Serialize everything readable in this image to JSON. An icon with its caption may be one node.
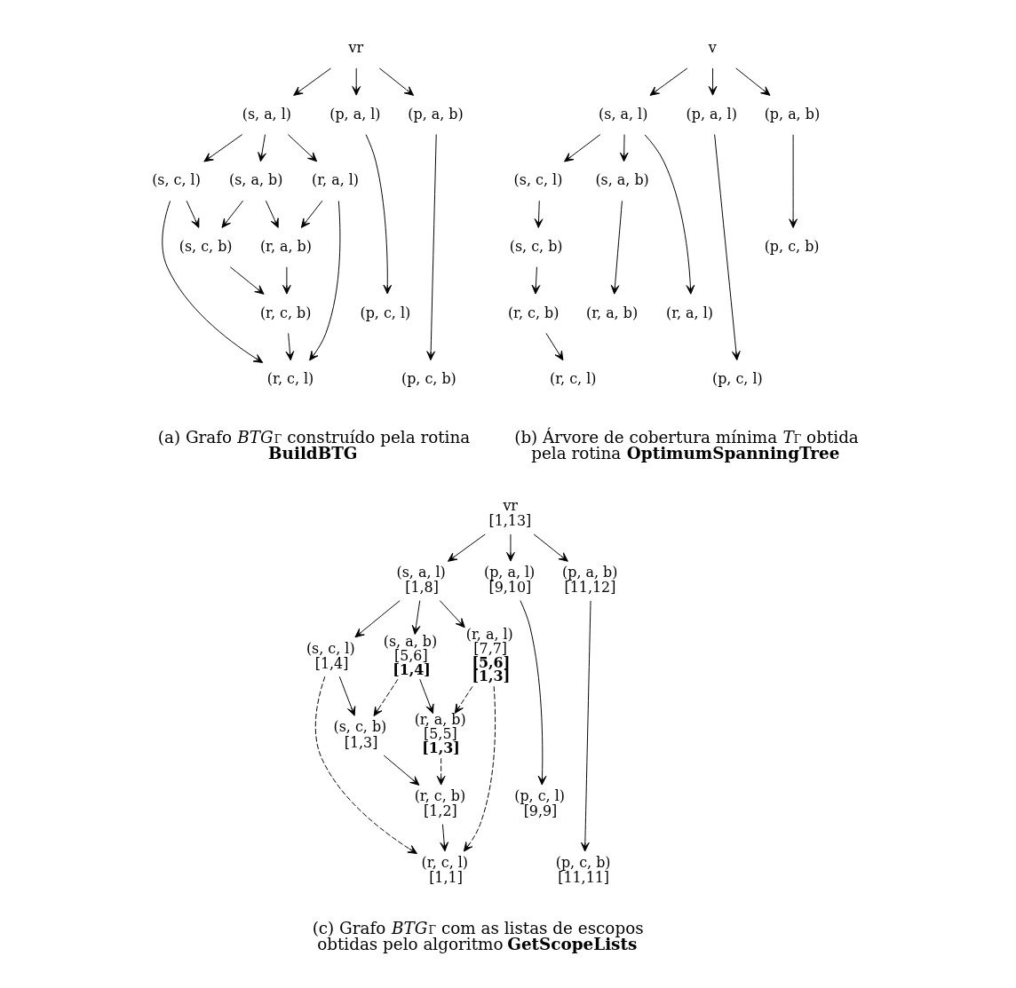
{
  "diagram": {
    "nodes": [
      {
        "text": [
          "vr"
        ]
      },
      {
        "text": [
          "(s, a, l)"
        ]
      },
      {
        "text": [
          "(p, a, l)"
        ]
      },
      {
        "text": [
          "(p, a, b)"
        ]
      },
      {
        "text": [
          "(s, c, l)"
        ]
      },
      {
        "text": [
          "(s, a, b)"
        ]
      },
      {
        "text": [
          "(r, a, l)"
        ]
      },
      {
        "text": [
          "(p, c, l)"
        ]
      },
      {
        "text": [
          "(p, c, b)"
        ]
      },
      {
        "text": [
          "(s, c, b)"
        ]
      },
      {
        "text": [
          "(r, a, b)"
        ]
      },
      {
        "text": [
          "(r, c, b)"
        ]
      },
      {
        "text": [
          "(r, c, l)"
        ]
      },
      {
        "text": [
          "v"
        ]
      },
      {
        "text": [
          "(s, a, l)"
        ]
      },
      {
        "text": [
          "(p, a, l)"
        ]
      },
      {
        "text": [
          "(p, a, b)"
        ]
      },
      {
        "text": [
          "(s, c, l)"
        ]
      },
      {
        "text": [
          "(s, a, b)"
        ]
      },
      {
        "text": [
          "(r, a, l)"
        ]
      },
      {
        "text": [
          "(p, c, l)"
        ]
      },
      {
        "text": [
          "(p, c, b)"
        ]
      },
      {
        "text": [
          "(s, c, b)"
        ]
      },
      {
        "text": [
          "(r, a, b)"
        ]
      },
      {
        "text": [
          "(r, c, b)"
        ]
      },
      {
        "text": [
          "(r, c, l)"
        ]
      },
      {
        "text": [
          "vr",
          "[1,13]"
        ]
      },
      {
        "text": [
          "(s, a, l)",
          "[1,8]"
        ]
      },
      {
        "text": [
          "(p, a, l)",
          "[9,10]"
        ]
      },
      {
        "text": [
          "(p, a, b)",
          "[11,12]"
        ]
      },
      {
        "text": [
          "(s, c, l)",
          "[1,4]"
        ]
      },
      {
        "text": [
          "(s, a, b)",
          "[5,6]",
          "**[1,4]**"
        ]
      },
      {
        "text": [
          "(r, a, l)",
          "[7,7]",
          "**[5,6]**",
          "**[1,3]**"
        ]
      },
      {
        "text": [
          "(p, c, l)",
          "[9,9]"
        ]
      },
      {
        "text": [
          "(p, c, b)",
          "[11,11]"
        ]
      },
      {
        "text": [
          "(s, c, b)",
          "[1,3]"
        ]
      },
      {
        "text": [
          "(r, a, b)",
          "[5,5]",
          "**[1,3]**"
        ]
      },
      {
        "text": [
          "(r, c, b)",
          "[1,2]"
        ]
      },
      {
        "text": [
          "(r, c, l)",
          "[1,1]"
        ]
      }
    ],
    "edges": [
      {
        "from": 0,
        "to": 1,
        "arrow": "to"
      },
      {
        "from": 0,
        "to": 2,
        "arrow": "to"
      },
      {
        "from": 0,
        "to": 3,
        "arrow": "to"
      },
      {
        "from": 1,
        "to": 4,
        "arrow": "to"
      },
      {
        "from": 1,
        "to": 5,
        "arrow": "to"
      },
      {
        "from": 1,
        "to": 6,
        "arrow": "to"
      },
      {
        "from": 2,
        "to": 7,
        "arrow": "to"
      },
      {
        "from": 3,
        "to": 8,
        "arrow": "to"
      },
      {
        "from": 4,
        "to": 9,
        "arrow": "to"
      },
      {
        "from": 5,
        "to": 9,
        "arrow": "to"
      },
      {
        "from": 5,
        "to": 10,
        "arrow": "to"
      },
      {
        "from": 6,
        "to": 10,
        "arrow": "to"
      },
      {
        "from": 4,
        "to": 12,
        "arrow": "to"
      },
      {
        "from": 9,
        "to": 11,
        "arrow": "to"
      },
      {
        "from": 10,
        "to": 11,
        "arrow": "to"
      },
      {
        "from": 11,
        "to": 12,
        "arrow": "to"
      },
      {
        "from": 6,
        "to": 12,
        "arrow": "to"
      },
      {
        "from": 13,
        "to": 14,
        "arrow": "to"
      },
      {
        "from": 13,
        "to": 15,
        "arrow": "to"
      },
      {
        "from": 13,
        "to": 16,
        "arrow": "to"
      },
      {
        "from": 14,
        "to": 17,
        "arrow": "to"
      },
      {
        "from": 14,
        "to": 18,
        "arrow": "to"
      },
      {
        "from": 14,
        "to": 19,
        "arrow": "to"
      },
      {
        "from": 15,
        "to": 20,
        "arrow": "to"
      },
      {
        "from": 16,
        "to": 21,
        "arrow": "to"
      },
      {
        "from": 17,
        "to": 22,
        "arrow": "to"
      },
      {
        "from": 18,
        "to": 23,
        "arrow": "to"
      },
      {
        "from": 22,
        "to": 24,
        "arrow": "to"
      },
      {
        "from": 24,
        "to": 25,
        "arrow": "to"
      },
      {
        "from": 26,
        "to": 27,
        "arrow": "to"
      },
      {
        "from": 26,
        "to": 28,
        "arrow": "to"
      },
      {
        "from": 26,
        "to": 29,
        "arrow": "to"
      },
      {
        "from": 27,
        "to": 30,
        "arrow": "to"
      },
      {
        "from": 27,
        "to": 31,
        "arrow": "to"
      },
      {
        "from": 27,
        "to": 32,
        "arrow": "to"
      },
      {
        "from": 28,
        "to": 33,
        "arrow": "to"
      },
      {
        "from": 29,
        "to": 34,
        "arrow": "to"
      },
      {
        "from": 30,
        "to": 35,
        "arrow": "to"
      },
      {
        "from": 31,
        "to": 36,
        "arrow": "to"
      },
      {
        "from": 31,
        "to": 35,
        "arrow": "to",
        "style": "dashed"
      },
      {
        "from": 32,
        "to": 36,
        "arrow": "to",
        "style": "dashed"
      },
      {
        "from": 30,
        "to": 38,
        "arrow": "to",
        "style": "dashed"
      },
      {
        "from": 35,
        "to": 37,
        "arrow": "to"
      },
      {
        "from": 36,
        "to": 37,
        "arrow": "to",
        "style": "dashed"
      },
      {
        "from": 37,
        "to": 38,
        "arrow": "to"
      },
      {
        "from": 32,
        "to": 38,
        "arrow": "to",
        "style": "dashed"
      }
    ],
    "labels": [
      "(a) Grafo *BTG*$_{Γ}$ construído pela rotina **BuildBTG**",
      "(b) Árvore de cobertura mínima *T*$_{Γ}$ obtida pela rotina **OptimumSpanningTree**",
      "(c) Grafo *BTG*$_{Γ}$ com as listas de escopos obtidas pelo algoritmo **GetScopeLists**"
    ]
  }
}
